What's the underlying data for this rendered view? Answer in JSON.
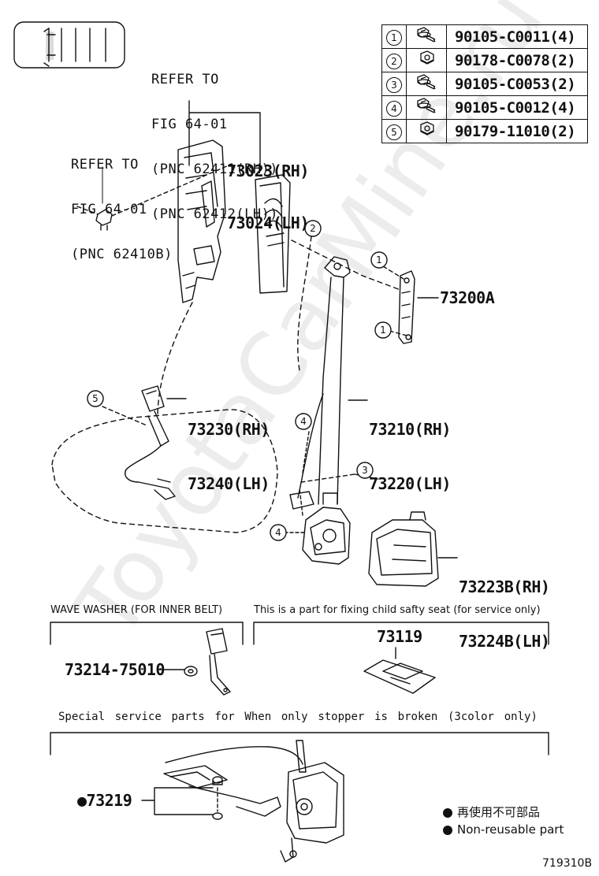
{
  "refer_upper": [
    "REFER TO",
    "FIG 64-01",
    "(PNC 62411(RH))",
    "(PNC 62412(LH))"
  ],
  "refer_left": [
    "REFER TO",
    "FIG 64-01",
    "(PNC 62410B)"
  ],
  "callouts": {
    "c_73023": [
      "73023(RH)",
      "73024(LH)"
    ],
    "c_73200A": "73200A",
    "c_73230": [
      "73230(RH)",
      "73240(LH)"
    ],
    "c_73210": [
      "73210(RH)",
      "73220(LH)"
    ],
    "c_73223B": [
      "73223B(RH)",
      "73224B(LH)"
    ],
    "c_73119": "73119",
    "c_73214": "73214-75010",
    "c_73219": "●73219"
  },
  "fastener_table": [
    {
      "no": "1",
      "icon": "bolt-with-washer-icon",
      "part": "90105-C0011(4)"
    },
    {
      "no": "2",
      "icon": "nut-icon",
      "part": "90178-C0078(2)"
    },
    {
      "no": "3",
      "icon": "bolt-with-washer-icon",
      "part": "90105-C0053(2)"
    },
    {
      "no": "4",
      "icon": "bolt-with-washer-icon",
      "part": "90105-C0012(4)"
    },
    {
      "no": "5",
      "icon": "nut-icon",
      "part": "90179-11010(2)"
    }
  ],
  "ref_circles": [
    "1",
    "1",
    "2",
    "3",
    "4",
    "4",
    "5"
  ],
  "notes": {
    "wave_washer": "WAVE WASHER (FOR INNER BELT)",
    "child_seat": "This is a part for fixing child safty seat (for service only)",
    "special": [
      "Special",
      "service",
      "parts",
      "for",
      "When",
      "only",
      "stopper",
      "is",
      "broken",
      "(3color",
      "only)"
    ]
  },
  "legend": {
    "jp": "再使用不可部品",
    "en": "Non-reusable part"
  },
  "figure_code": "719310B",
  "watermark": "ToyotaCarMine.ru"
}
